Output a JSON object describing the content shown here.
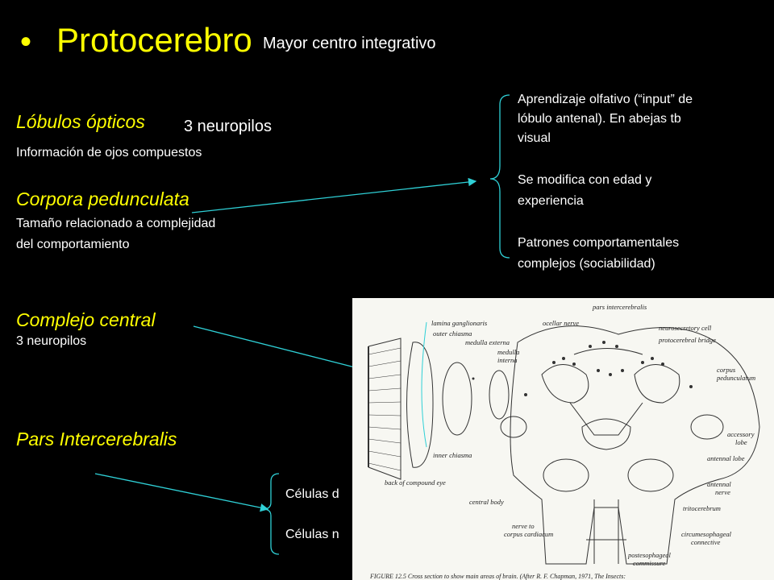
{
  "title": {
    "bullet": "•",
    "main": "Protocerebro",
    "subtitle": "Mayor centro integrativo"
  },
  "sections": {
    "lobulos": {
      "heading": "Lóbulos ópticos",
      "note": "3 neuropilos",
      "text": "Información de ojos compuestos"
    },
    "corpora": {
      "heading": "Corpora pedunculata",
      "text_line1": "Tamaño relacionado a complejidad",
      "text_line2": "del comportamiento"
    },
    "complejo": {
      "heading": "Complejo central",
      "text": "3 neuropilos"
    },
    "pars": {
      "heading": "Pars Intercerebralis"
    }
  },
  "callout": {
    "item1_line1": "Aprendizaje olfativo (“input” de",
    "item1_line2": "lóbulo antenal). En abejas tb",
    "item1_line3": "visual",
    "item2_line1": "Se modifica con edad y",
    "item2_line2": "experiencia",
    "item3_line1": "Patrones comportamentales",
    "item3_line2": "complejos (sociabilidad)"
  },
  "cells": {
    "line1": "Células d",
    "line2": "Células n"
  },
  "figure": {
    "labels": {
      "lamina": "lamina ganglionaris",
      "outer_chiasma": "outer chiasma",
      "medulla_externa": "medulla externa",
      "medulla_interna_1": "medulla",
      "medulla_interna_2": "interna",
      "ocellar": "ocellar nerve",
      "pars": "pars intercerebralis",
      "neurosecretory": "neurosecretory cell",
      "bridge": "protocerebral bridge",
      "corpus1": "corpus",
      "corpus2": "pedunculatum",
      "accessory1": "accessory",
      "accessory2": "lobe",
      "inner_chiasma": "inner chiasma",
      "antennal_lobe": "antennal lobe",
      "antennal_nerve1": "antennal",
      "antennal_nerve2": "nerve",
      "back_eye": "back of compound eye",
      "central_body": "central body",
      "tritocerebrum": "tritocerebrum",
      "circum1": "circumesophageal",
      "circum2": "connective",
      "nerve_to1": "nerve to",
      "nerve_to2": "corpus cardiacum",
      "postesoph1": "postesophageal",
      "postesoph2": "commissure",
      "caption": "FIGURE 12.5    Cross section to show main areas of brain. (After R. F. Chapman, 1971, The Insects:"
    }
  }
}
